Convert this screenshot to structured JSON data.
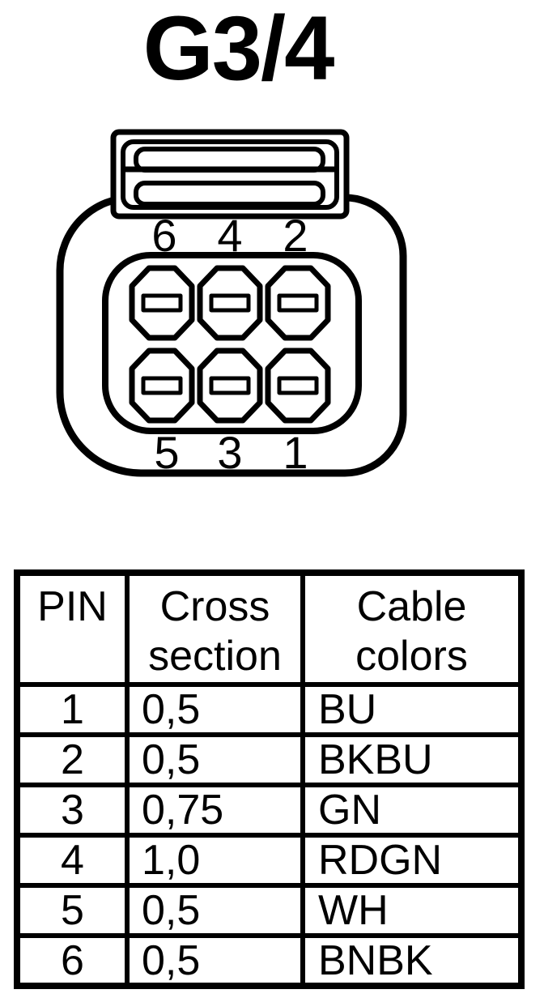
{
  "title": "G3/4",
  "connector": {
    "top_pin_labels": [
      "6",
      "4",
      "2"
    ],
    "bottom_pin_labels": [
      "5",
      "3",
      "1"
    ]
  },
  "table": {
    "headers": [
      "PIN",
      "Cross section",
      "Cable colors"
    ],
    "rows": [
      {
        "pin": "1",
        "cross_section": "0,5",
        "cable_color": "BU"
      },
      {
        "pin": "2",
        "cross_section": "0,5",
        "cable_color": "BKBU"
      },
      {
        "pin": "3",
        "cross_section": "0,75",
        "cable_color": "GN"
      },
      {
        "pin": "4",
        "cross_section": "1,0",
        "cable_color": "RDGN"
      },
      {
        "pin": "5",
        "cross_section": "0,5",
        "cable_color": "WH"
      },
      {
        "pin": "6",
        "cross_section": "0,5",
        "cable_color": "BNBK"
      }
    ]
  },
  "colors": {
    "ink": "#000000",
    "background": "#ffffff"
  }
}
